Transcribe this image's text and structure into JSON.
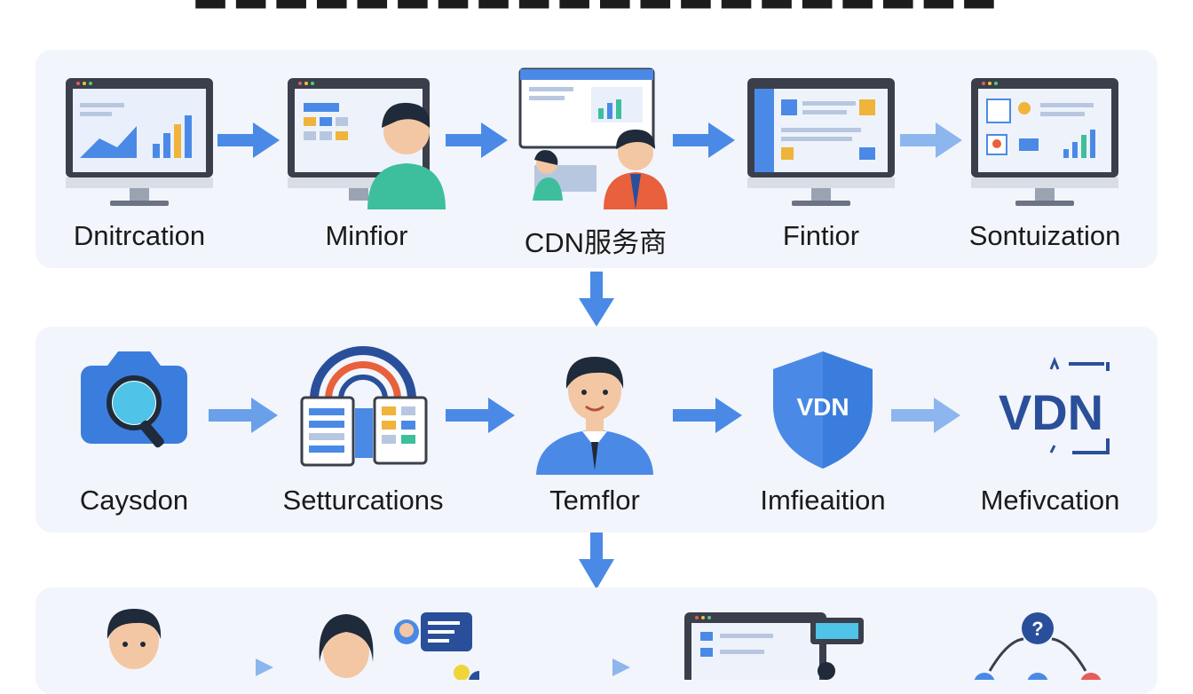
{
  "colors": {
    "panel_bg": "#f2f5fb",
    "accent_blue": "#3b7ddd",
    "arrow_blue": "#4a8ae6",
    "monitor_dark": "#3a3f4b",
    "shirt_teal": "#3dbf9c",
    "shirt_orange": "#e8603c"
  },
  "row1": {
    "steps": [
      {
        "label": "Dnitrcation",
        "icon": "monitor-chart-icon"
      },
      {
        "label": "Minfior",
        "icon": "monitor-person-icon"
      },
      {
        "label": "CDN服务商",
        "icon": "team-meeting-icon"
      },
      {
        "label": "Fintior",
        "icon": "monitor-document-icon"
      },
      {
        "label": "Sontuization",
        "icon": "monitor-dashboard-icon"
      }
    ]
  },
  "row2": {
    "steps": [
      {
        "label": "Caysdon",
        "icon": "camera-magnifier-icon"
      },
      {
        "label": "Setturcations",
        "icon": "cards-rings-icon"
      },
      {
        "label": "Temflor",
        "icon": "person-avatar-icon"
      },
      {
        "label": "Imfieaition",
        "icon": "shield-icon",
        "badge_text": "VDN"
      },
      {
        "label": "Mefivcation",
        "icon": "vdn-logo-icon",
        "logo_text": "VDN"
      }
    ]
  },
  "row3": {
    "steps": [
      {
        "icon": "person-avatar-icon"
      },
      {
        "icon": "woman-chat-icon"
      },
      {
        "icon": "monitor-popup-icon"
      },
      {
        "icon": "question-network-icon",
        "symbol": "?"
      }
    ]
  }
}
